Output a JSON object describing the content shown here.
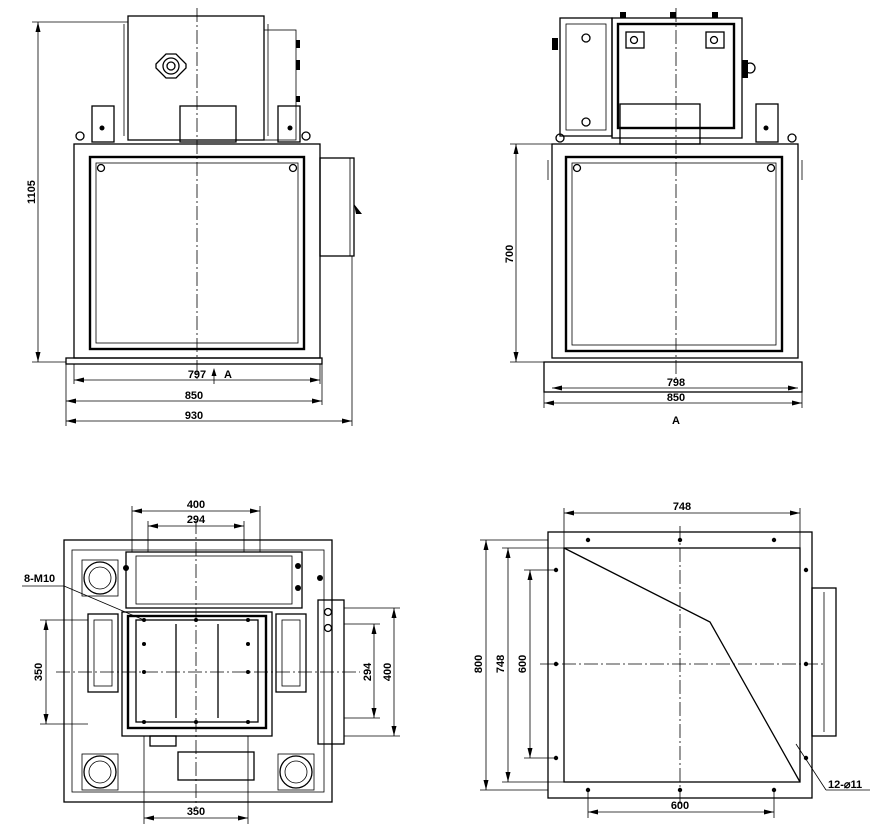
{
  "views": {
    "front": {
      "width_inner": "797",
      "width_mid": "850",
      "width_outer": "930",
      "height": "1105",
      "arrow_label": "A"
    },
    "side": {
      "width_inner": "798",
      "width_mid": "850",
      "height": "700",
      "arrow_label": "A"
    },
    "bottom": {
      "top_outer": "400",
      "top_inner": "294",
      "left_dim": "350",
      "right_inner": "294",
      "right_outer": "400",
      "bottom_dim": "350",
      "callout": "8-M10"
    },
    "top": {
      "top_dim": "748",
      "left_outer": "800",
      "left_mid": "748",
      "left_inner": "600",
      "bottom_dim": "600",
      "callout": "12-⌀11"
    }
  }
}
